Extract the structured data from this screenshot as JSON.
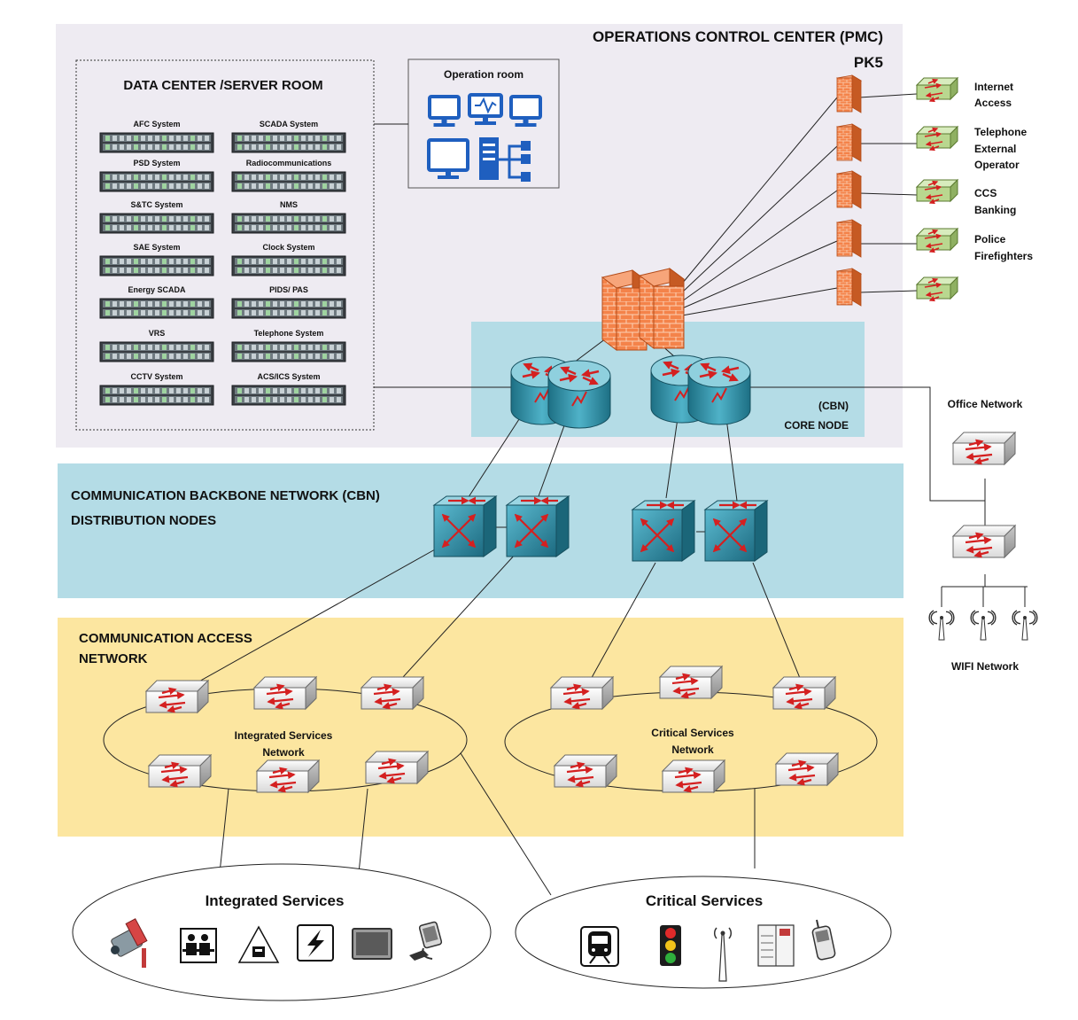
{
  "pmc": {
    "title": "OPERATIONS CONTROL CENTER (PMC)",
    "subtitle": "PK5"
  },
  "data_center": {
    "title": "DATA CENTER /SERVER ROOM",
    "servers": [
      "AFC System",
      "SCADA System",
      "PSD System",
      "Radiocommunications",
      "S&TC System",
      "NMS",
      "SAE System",
      "Clock System",
      "Energy SCADA",
      "PIDS/ PAS",
      "VRS",
      "Telephone System",
      "CCTV System",
      "ACS/ICS System"
    ]
  },
  "operation_room": {
    "title": "Operation room"
  },
  "external": [
    {
      "line1": "Internet",
      "line2": "Access",
      "line3": ""
    },
    {
      "line1": "Telephone",
      "line2": "External",
      "line3": "Operator"
    },
    {
      "line1": "CCS",
      "line2": "Banking",
      "line3": ""
    },
    {
      "line1": "Police",
      "line2": "Firefighters",
      "line3": ""
    },
    {
      "line1": "",
      "line2": "",
      "line3": ""
    }
  ],
  "core_node": {
    "line1": "(CBN)",
    "line2": "CORE NODE"
  },
  "backbone": {
    "line1": "COMMUNICATION BACKBONE NETWORK (CBN)",
    "line2": "DISTRIBUTION NODES"
  },
  "access": {
    "line1": "COMMUNICATION  ACCESS",
    "line2": "NETWORK"
  },
  "rings": [
    {
      "line1": "Integrated Services",
      "line2": "Network"
    },
    {
      "line1": "Critical Services",
      "line2": "Network"
    }
  ],
  "office_network": "Office Network",
  "wifi_network": "WIFI Network",
  "services": [
    {
      "title": "Integrated Services",
      "icons": [
        "cctv-camera-icon",
        "help-point-icon",
        "warning-sign-icon",
        "high-voltage-icon",
        "display-screen-icon",
        "ticket-terminal-icon"
      ]
    },
    {
      "title": "Critical Services",
      "icons": [
        "train-icon",
        "traffic-light-icon",
        "radio-antenna-icon",
        "electrical-cabinet-icon",
        "mobile-phone-icon"
      ]
    }
  ],
  "colors": {
    "pmc_bg": "#eeebf2",
    "backbone_bg": "#b4dce6",
    "access_bg": "#fce6a0",
    "firewall": "#f07a3c",
    "router": "#2e8fa5",
    "arrow": "#d42020",
    "switch_ext": "#b9d78f",
    "monitor": "#1f5fbf"
  }
}
